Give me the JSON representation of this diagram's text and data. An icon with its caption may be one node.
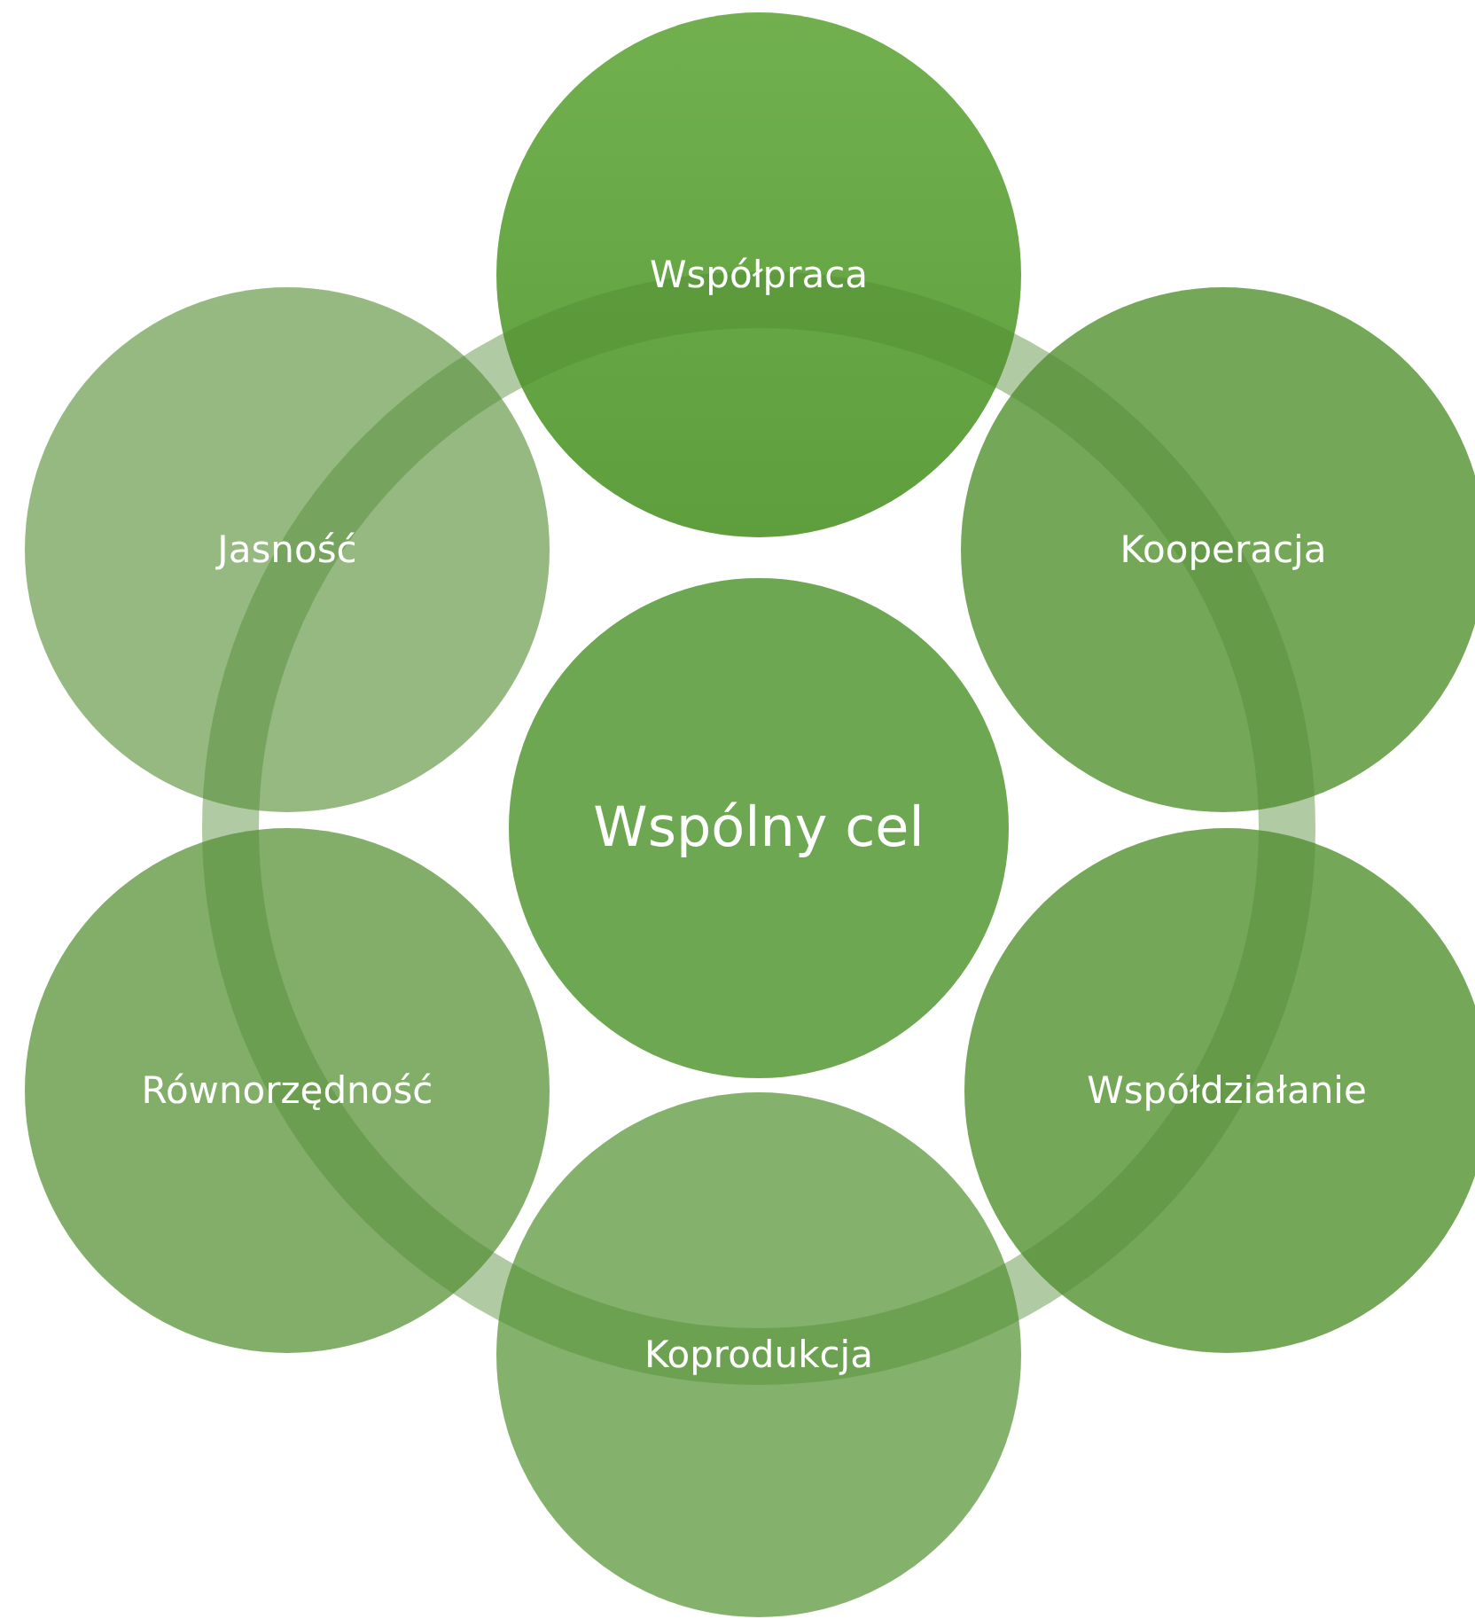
{
  "diagram": {
    "nodes": [
      {
        "text": [
          "Współpraca"
        ]
      },
      {
        "text": [
          "Jasność"
        ]
      },
      {
        "text": [
          "Kooperacja"
        ]
      },
      {
        "text": [
          "Wspólny cel"
        ]
      },
      {
        "text": [
          "Równorzędność"
        ]
      },
      {
        "text": [
          "Współdziałanie"
        ]
      },
      {
        "text": [
          "Koprodukcja"
        ]
      }
    ]
  }
}
